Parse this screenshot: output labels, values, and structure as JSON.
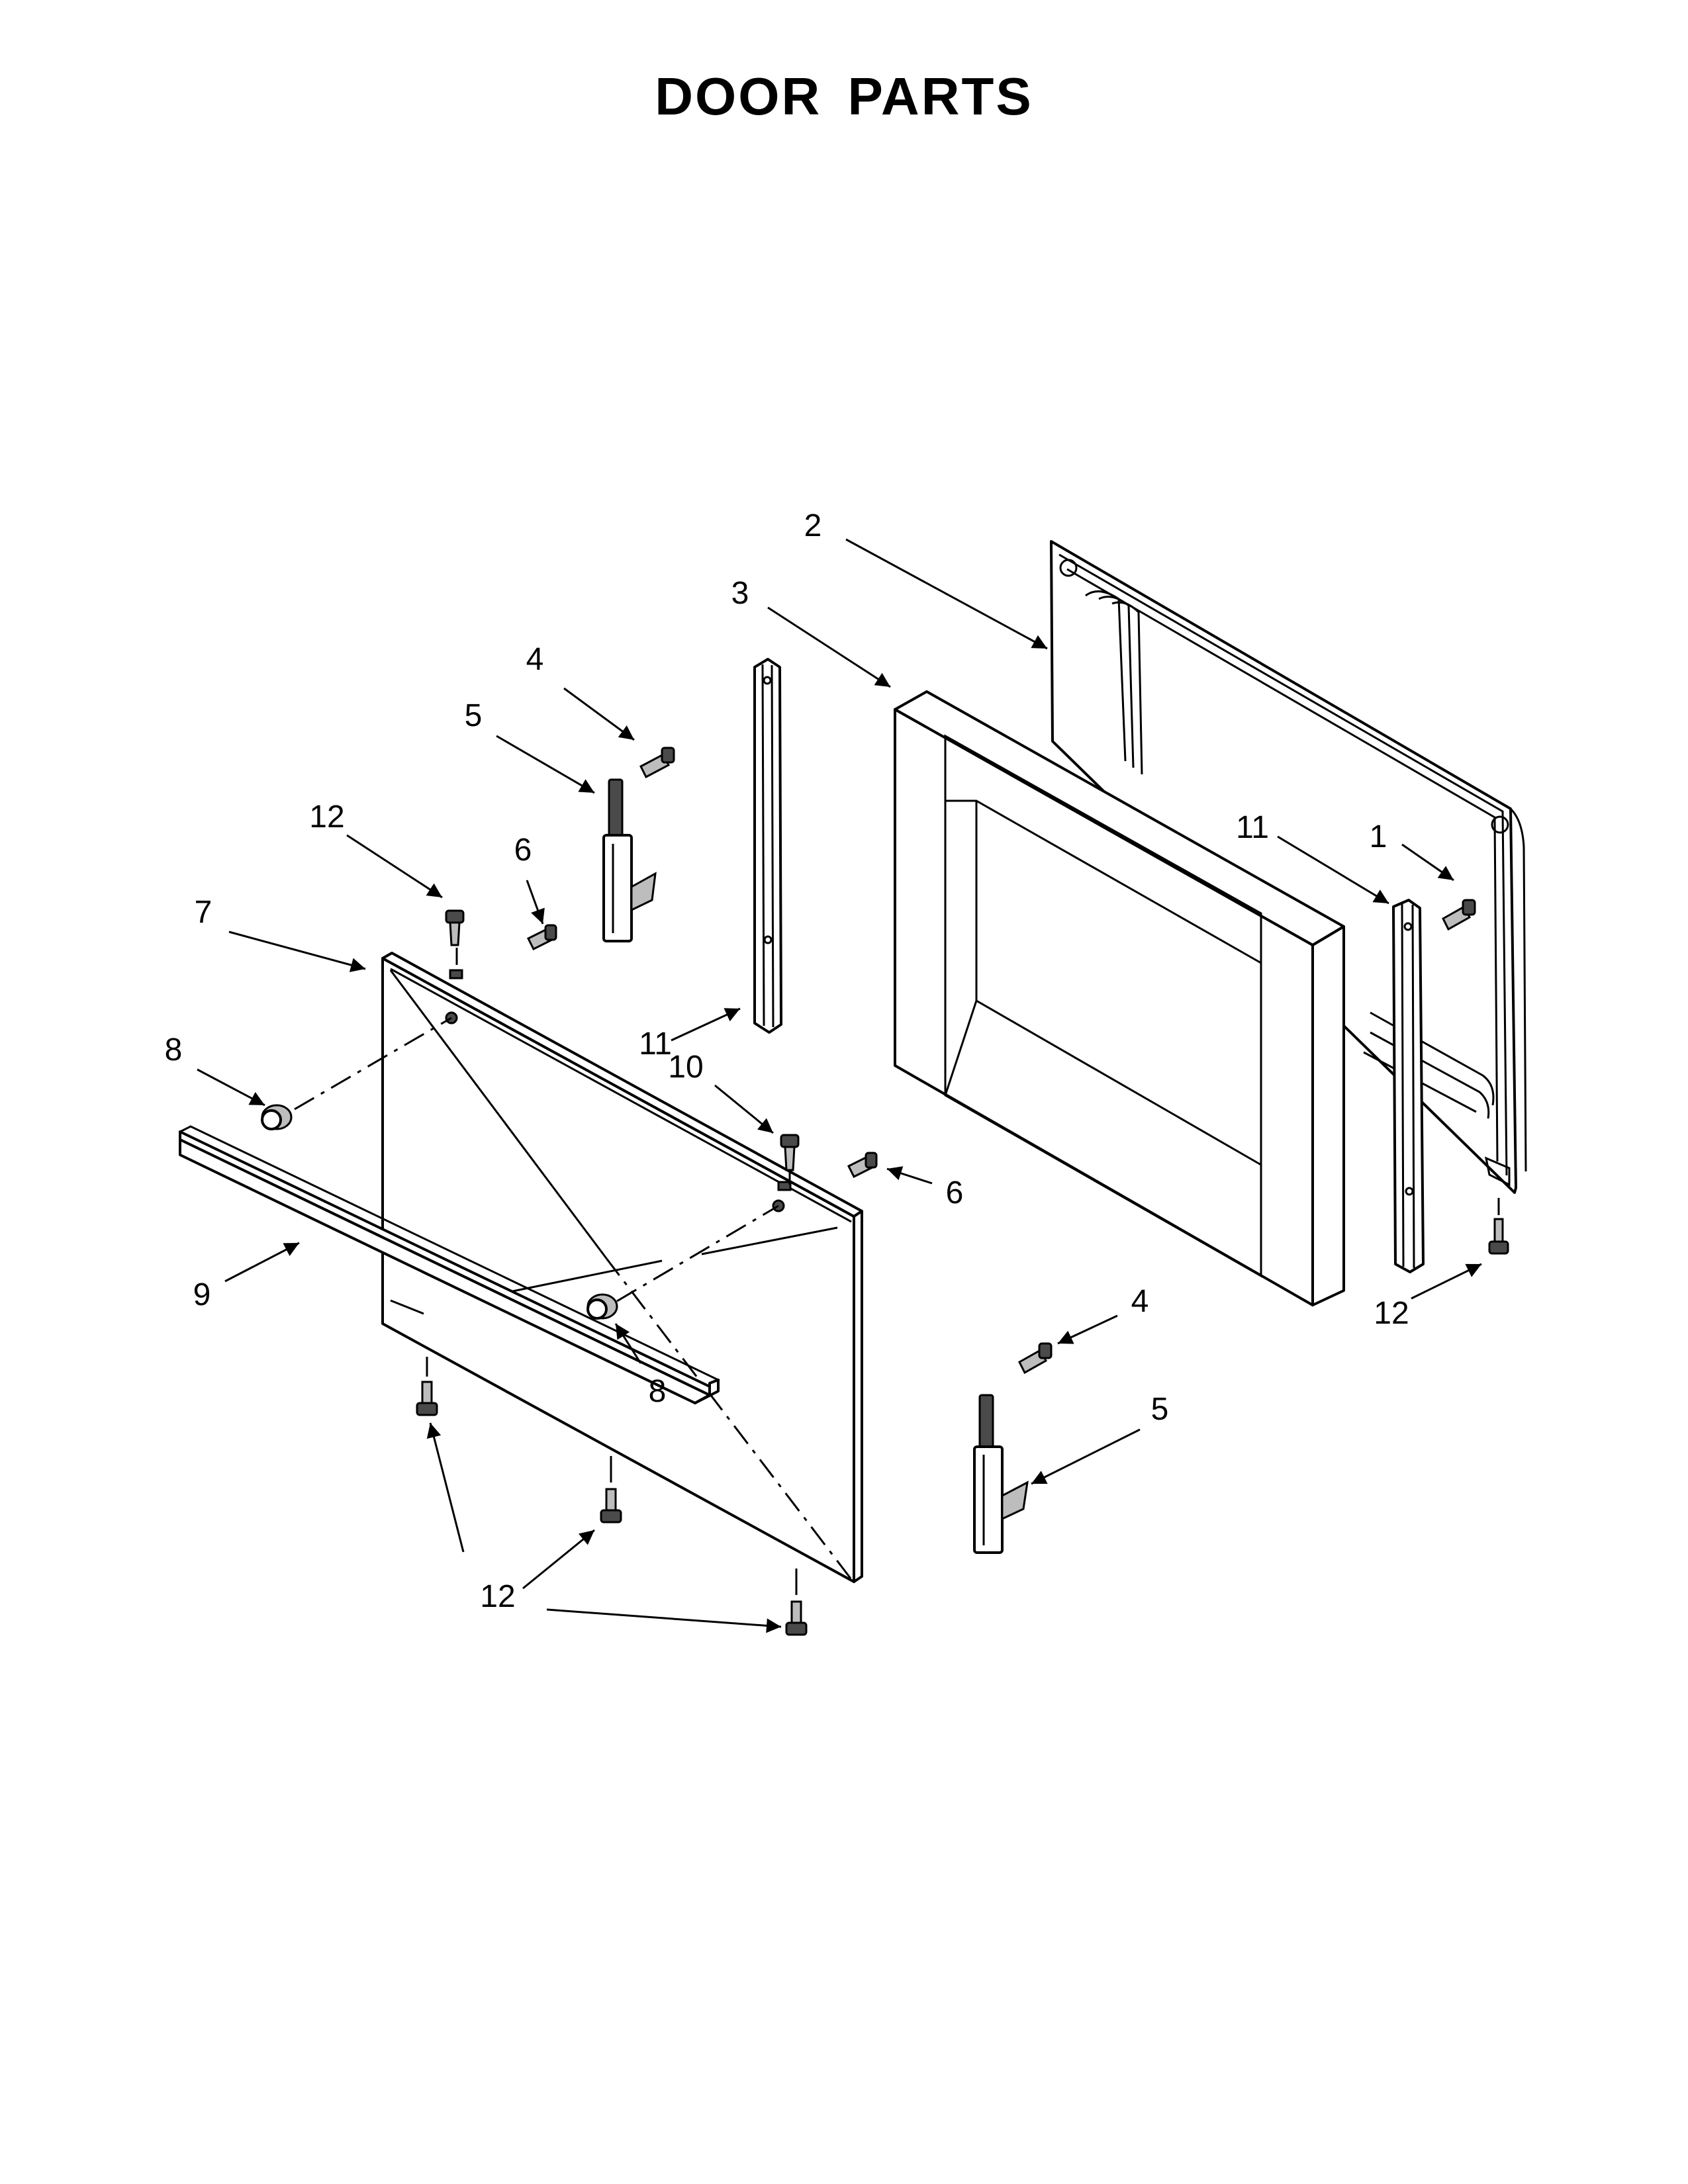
{
  "title": "DOOR PARTS",
  "callouts": [
    {
      "id": "c-2",
      "text": "2"
    },
    {
      "id": "c-3",
      "text": "3"
    },
    {
      "id": "c-4a",
      "text": "4"
    },
    {
      "id": "c-5a",
      "text": "5"
    },
    {
      "id": "c-12a",
      "text": "12"
    },
    {
      "id": "c-6a",
      "text": "6"
    },
    {
      "id": "c-7",
      "text": "7"
    },
    {
      "id": "c-11a",
      "text": "11"
    },
    {
      "id": "c-11b",
      "text": "11"
    },
    {
      "id": "c-1",
      "text": "1"
    },
    {
      "id": "c-8a",
      "text": "8"
    },
    {
      "id": "c-10",
      "text": "10"
    },
    {
      "id": "c-6b",
      "text": "6"
    },
    {
      "id": "c-9",
      "text": "9"
    },
    {
      "id": "c-8b",
      "text": "8"
    },
    {
      "id": "c-4b",
      "text": "4"
    },
    {
      "id": "c-12b",
      "text": "12"
    },
    {
      "id": "c-5b",
      "text": "5"
    },
    {
      "id": "c-12c",
      "text": "12"
    }
  ]
}
